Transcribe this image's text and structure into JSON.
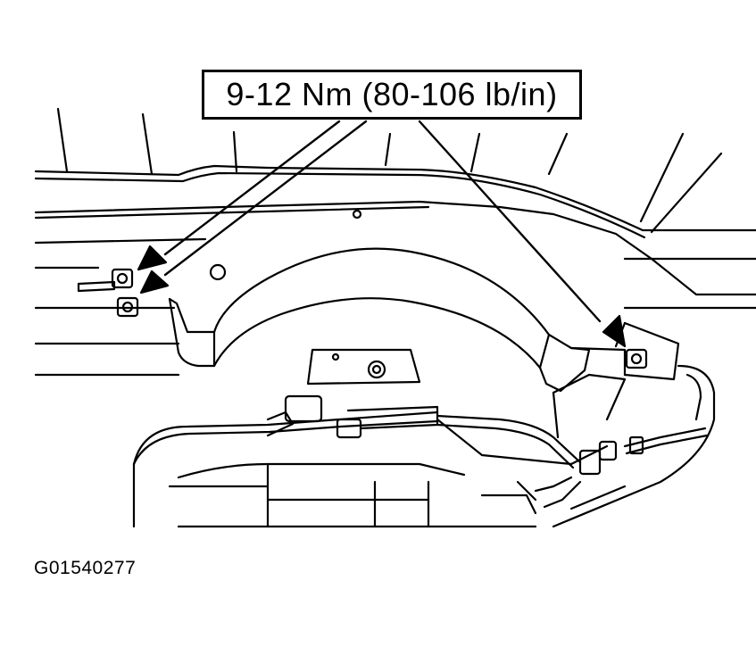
{
  "callout": {
    "torque_spec": "9-12 Nm (80-106 lb/in)"
  },
  "figure_id": "G01540277",
  "colors": {
    "line": "#000000",
    "background": "#ffffff"
  },
  "parts": {
    "bolt_count": 3
  }
}
